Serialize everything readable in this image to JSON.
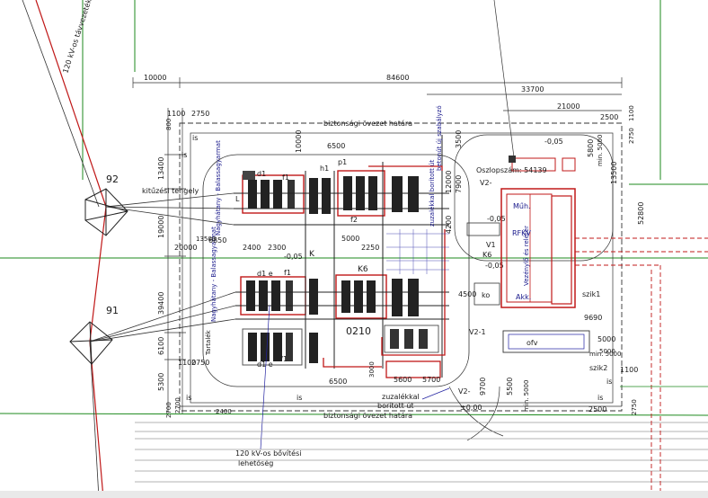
{
  "labels": {
    "line_120kv": "120 kV-os távvezeték",
    "tower_92": "92",
    "tower_91": "91",
    "kituzesi_tengely": "kitűzési tengely",
    "biztonsagi_top": "biztonsági övezet határa",
    "biztonsagi_bottom": "biztonsági övezet határa",
    "oszloszam": "Oszlopszám: 54139",
    "v2_top": "V2-",
    "v1": "V1",
    "k6_right": "K6",
    "k6_mid": "K6",
    "k_left": "K",
    "ko": "ko",
    "akk": "Akk.",
    "vezerlo": "Vezénylő és relétér",
    "muhely": "Műh.",
    "ofv": "ofv",
    "szik1": "szik1",
    "szik2": "szik2",
    "v2_mid": "V2-1",
    "v2_bottom": "V2-",
    "zuzalekkal": "zuzalékkal",
    "boritott_ut": "borított út",
    "bovitesi_1": "120 kV-os bővítési",
    "bovitesi_2": "lehetőség",
    "bay_0210": "0210",
    "h1": "h1",
    "d1_a": "d1",
    "f1_a": "f1",
    "d1_b": "d1 e",
    "f1_b": "f1",
    "d1_c": "d1 e",
    "f1_c": "f1",
    "f2": "f2",
    "p1": "p1",
    "l_label": "L",
    "is_1": "is",
    "is_2": "is",
    "is_3": "is",
    "is_4": "is",
    "is_5": "is",
    "is_6": "is",
    "min5000_a": "min. 5000",
    "min5000_b": "min. 5000",
    "min5000_c": "min. 5000",
    "vert_left_1": "Nagyhátany - Balassagyarmat",
    "vert_left_2": "Nagyhátany - Balassagyarmat",
    "vert_mid_1": "zuzalékkal borított út",
    "vert_mid_2": "betonút új szabályzó"
  },
  "levels": {
    "lvl_neg005_a": "-0,05",
    "lvl_neg005_b": "-0,05",
    "lvl_neg005_c": "-0,05",
    "lvl_neg005_d": "-0,05",
    "lvl_000": "±0,00"
  },
  "dimensions": {
    "d_10000": "10000",
    "d_84600": "84600",
    "d_33700": "33700",
    "d_21000": "21000",
    "d_2500_top": "2500",
    "d_1100_top": "1100",
    "d_2750_top": "2750",
    "d_1100_tr": "1100",
    "d_2750_tr": "2750",
    "d_800": "800",
    "d_6500_top": "6500",
    "d_6500_bot": "6500",
    "d_13400": "13400",
    "d_19000": "19000",
    "d_39400": "39400",
    "d_6100": "6100",
    "d_2750_l": "2750",
    "d_1100_l": "1100",
    "d_5300": "5300",
    "d_2700": "2700",
    "d_20000": "20000",
    "d_6850": "6850",
    "d_13500": "13500",
    "d_2400_a": "2400",
    "d_2300": "2300",
    "d_2250": "2250",
    "d_5000_mid": "5000",
    "d_10000_mid": "10000",
    "d_12000": "12000",
    "d_4200": "4200",
    "d_7900": "7900",
    "d_3500": "3500",
    "d_4500": "4500",
    "d_5600": "5600",
    "d_5700": "5700",
    "d_3000": "3000",
    "d_9700": "9700",
    "d_5500": "5500",
    "d_9690": "9690",
    "d_5000_r1": "5000",
    "d_5000_r2": "5000",
    "d_5800": "5800",
    "d_13500_r": "13500",
    "d_52800": "52800",
    "d_2500_br": "2500",
    "d_1100_br": "1100",
    "d_2750_br": "2750",
    "d_2400_b": "2400",
    "d_2700_b": "2700"
  },
  "colors": {
    "red_line": "#c01818",
    "blue_line": "#2020a0",
    "green_line": "#1e8a1e",
    "black_line": "#1a1a1a",
    "grey_line": "#8a8a8a"
  }
}
